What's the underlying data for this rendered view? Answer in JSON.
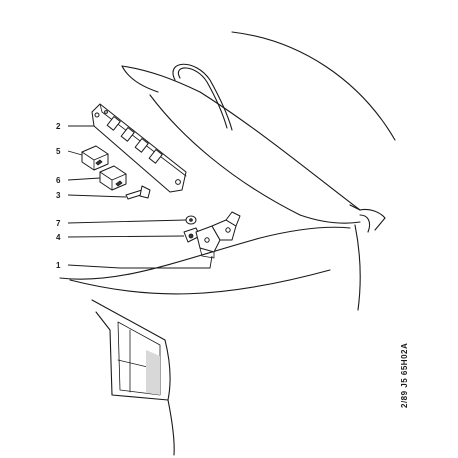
{
  "callouts": [
    {
      "id": "2",
      "label": "2"
    },
    {
      "id": "5",
      "label": "5"
    },
    {
      "id": "6",
      "label": "6"
    },
    {
      "id": "3",
      "label": "3"
    },
    {
      "id": "7",
      "label": "7"
    },
    {
      "id": "4",
      "label": "4"
    },
    {
      "id": "1",
      "label": "1"
    }
  ],
  "reference_code": "2/89 J5 65H02A",
  "colors": {
    "ink": "#1a1a1a",
    "background": "#ffffff"
  }
}
